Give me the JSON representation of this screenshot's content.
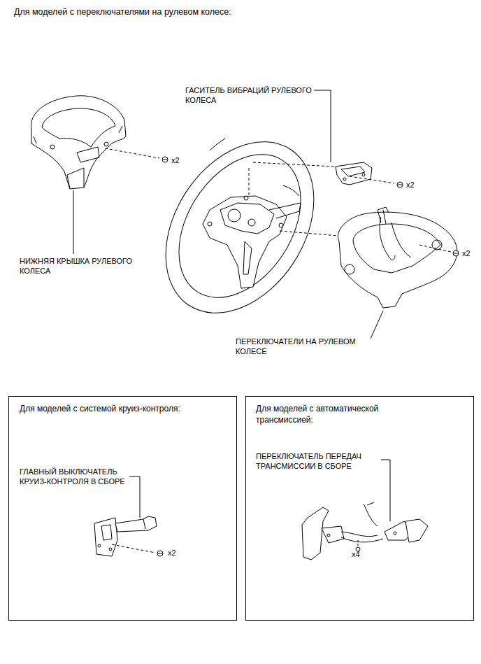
{
  "diagram": {
    "title": "Для моделей с переключателями на рулевом колесе:",
    "nodes": [
      {
        "text": [
          "Для моделей с системой круиз-контроля:",
          "ГЛАВНЫЙ ВЫКЛЮЧАТЕЛЬ КРУИЗ-КОНТРОЛЯ В СБОРЕ",
          "x2"
        ]
      },
      {
        "text": [
          "Для моделей с автоматической трансмиссией:",
          "ПЕРЕКЛЮЧАТЕЛЬ ПЕРЕДАЧ ТРАНСМИССИИ В СБОРЕ",
          "x4"
        ]
      }
    ],
    "labels": [
      "ГАСИТЕЛЬ ВИБРАЦИЙ РУЛЕВОГО КОЛЕСА",
      "x2",
      "x2",
      "x2",
      "НИЖНЯЯ КРЫШКА РУЛЕВОГО КОЛЕСА",
      "ПЕРЕКЛЮЧАТЕЛИ НА РУЛЕВОМ КОЛЕСЕ"
    ]
  }
}
